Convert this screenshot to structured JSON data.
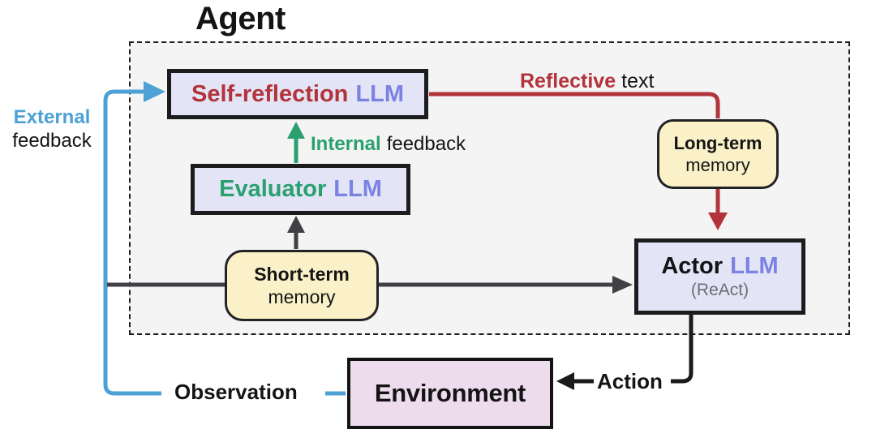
{
  "diagram": {
    "title": "Agent",
    "nodes": {
      "self_reflection": {
        "name": "Self-reflection",
        "type": "LLM"
      },
      "evaluator": {
        "name": "Evaluator",
        "type": "LLM"
      },
      "actor": {
        "name": "Actor",
        "type": "LLM",
        "sublabel": "(ReAct)"
      },
      "short_term_memory": {
        "line1": "Short-term",
        "line2": "memory"
      },
      "long_term_memory": {
        "line1": "Long-term",
        "line2": "memory"
      },
      "environment": {
        "name": "Environment"
      }
    },
    "labels": {
      "external_feedback": {
        "line1": "External",
        "line2": "feedback"
      },
      "internal_feedback": {
        "highlight": "Internal",
        "rest": "feedback"
      },
      "reflective_text": {
        "highlight": "Reflective",
        "rest": "text"
      },
      "observation": "Observation",
      "action": "Action"
    },
    "colors": {
      "external_blue": "#4da1d5",
      "internal_green": "#2aa070",
      "reflective_red": "#b3333b",
      "llm_purple": "#7b82e4",
      "llm_box_lavender": "#e3e4f5",
      "memory_yellow": "#fbf1c8",
      "environment_pink": "#ecdcee",
      "agent_panel_bg": "#f4f4f5",
      "line_dark": "#404045",
      "line_black": "#1a1a1a"
    }
  }
}
